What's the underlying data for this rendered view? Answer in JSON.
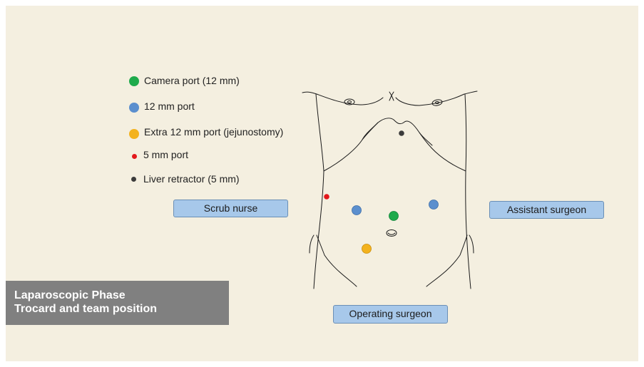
{
  "legend": {
    "items": [
      {
        "label": "Camera port (12 mm)",
        "color": "#1eaa4b",
        "type": "camera-port"
      },
      {
        "label": "12 mm port",
        "color": "#5b8fce",
        "type": "12mm-port"
      },
      {
        "label": "Extra 12 mm port (jejunostomy)",
        "color": "#f3b21d",
        "type": "extra-12mm-port"
      },
      {
        "label": "5 mm port",
        "color": "#e3181c",
        "type": "5mm-port"
      },
      {
        "label": "Liver retractor (5 mm)",
        "color": "#3b3b3b",
        "type": "liver-retractor"
      }
    ]
  },
  "team": {
    "scrub_nurse": "Scrub nurse",
    "assistant_surgeon": "Assistant surgeon",
    "operating_surgeon": "Operating surgeon"
  },
  "caption": {
    "line1": "Laparoscopic Phase",
    "line2": "Trocard and team position"
  },
  "colors": {
    "background": "#f4efe0",
    "role_box": "#a7c8ea",
    "caption_bg": "#808080"
  }
}
